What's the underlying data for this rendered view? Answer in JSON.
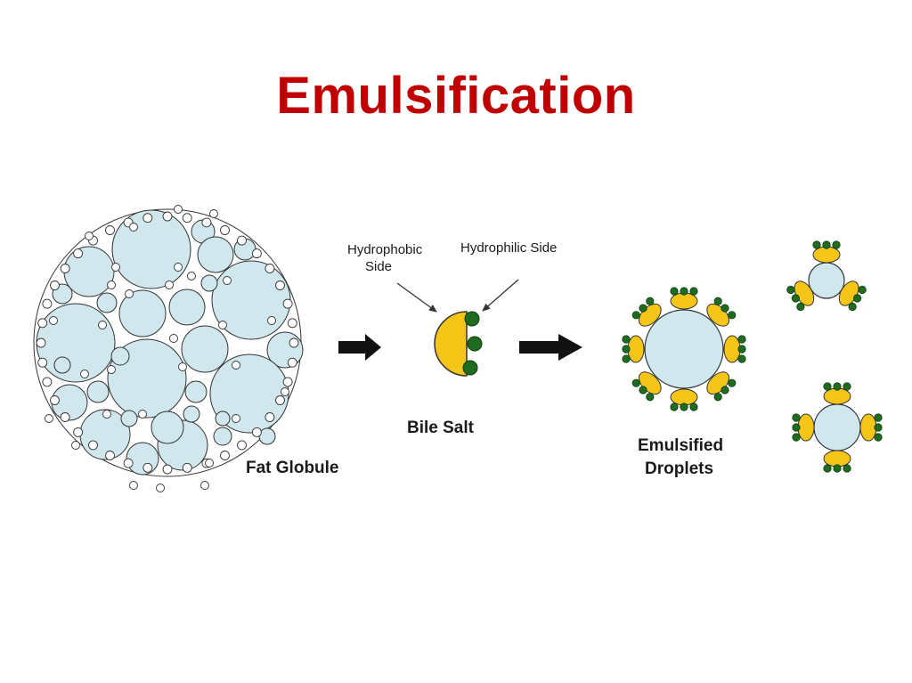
{
  "title": "Emulsification",
  "labels": {
    "fat_globule": "Fat Globule",
    "bile_salt": "Bile Salt",
    "hydrophobic": [
      "Hydrophobic",
      "Side"
    ],
    "hydrophilic": "Hydrophilic Side",
    "emulsified": [
      "Emulsified",
      "Droplets"
    ]
  },
  "colors": {
    "title": "#c00000",
    "fat": "#cfe7ed",
    "outline": "#333333",
    "bile_body": "#f5c518",
    "bile_head": "#1f6b1f",
    "arrow": "#111111"
  }
}
